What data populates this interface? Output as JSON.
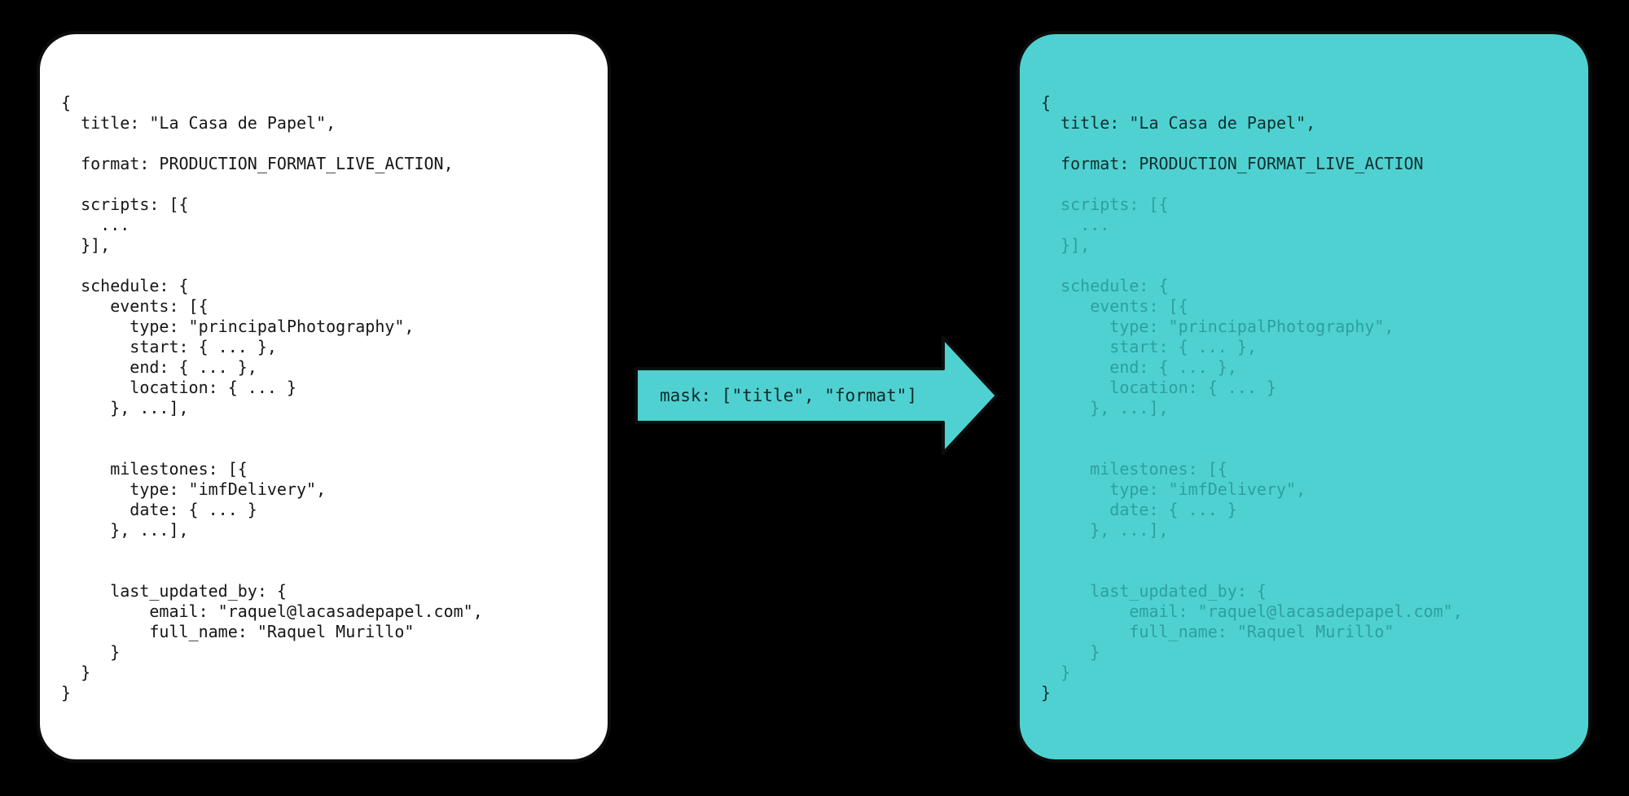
{
  "colors": {
    "teal": "#4fd1d1",
    "masked_text": "#2d9fa1",
    "bg": "#000000",
    "card-white": "#ffffff"
  },
  "left_card": {
    "description": "unmasked-json-document",
    "code_lines": [
      "{",
      "  title: \"La Casa de Papel\",",
      "",
      "  format: PRODUCTION_FORMAT_LIVE_ACTION,",
      "",
      "  scripts: [{",
      "    ...",
      "  }],",
      "",
      "  schedule: {",
      "     events: [{",
      "       type: \"principalPhotography\",",
      "       start: { ... },",
      "       end: { ... },",
      "       location: { ... }",
      "     }, ...],",
      "",
      "",
      "     milestones: [{",
      "       type: \"imfDelivery\",",
      "       date: { ... }",
      "     }, ...],",
      "",
      "",
      "     last_updated_by: {",
      "         email: \"raquel@lacasadepapel.com\",",
      "         full_name: \"Raquel Murillo\"",
      "     }",
      "  }",
      "}"
    ]
  },
  "arrow": {
    "label": "mask: [\"title\", \"format\"]"
  },
  "right_card": {
    "description": "masked-json-document",
    "code_lines": [
      {
        "text": "{",
        "masked": false
      },
      {
        "text": "  title: \"La Casa de Papel\",",
        "masked": false
      },
      {
        "text": "",
        "masked": false
      },
      {
        "text": "  format: PRODUCTION_FORMAT_LIVE_ACTION",
        "masked": false
      },
      {
        "text": "",
        "masked": false
      },
      {
        "text": "  scripts: [{",
        "masked": true
      },
      {
        "text": "    ...",
        "masked": true
      },
      {
        "text": "  }],",
        "masked": true
      },
      {
        "text": "",
        "masked": true
      },
      {
        "text": "  schedule: {",
        "masked": true
      },
      {
        "text": "     events: [{",
        "masked": true
      },
      {
        "text": "       type: \"principalPhotography\",",
        "masked": true
      },
      {
        "text": "       start: { ... },",
        "masked": true
      },
      {
        "text": "       end: { ... },",
        "masked": true
      },
      {
        "text": "       location: { ... }",
        "masked": true
      },
      {
        "text": "     }, ...],",
        "masked": true
      },
      {
        "text": "",
        "masked": true
      },
      {
        "text": "",
        "masked": true
      },
      {
        "text": "     milestones: [{",
        "masked": true
      },
      {
        "text": "       type: \"imfDelivery\",",
        "masked": true
      },
      {
        "text": "       date: { ... }",
        "masked": true
      },
      {
        "text": "     }, ...],",
        "masked": true
      },
      {
        "text": "",
        "masked": true
      },
      {
        "text": "",
        "masked": true
      },
      {
        "text": "     last_updated_by: {",
        "masked": true
      },
      {
        "text": "         email: \"raquel@lacasadepapel.com\",",
        "masked": true
      },
      {
        "text": "         full_name: \"Raquel Murillo\"",
        "masked": true
      },
      {
        "text": "     }",
        "masked": true
      },
      {
        "text": "  }",
        "masked": true
      },
      {
        "text": "}",
        "masked": false
      }
    ]
  }
}
